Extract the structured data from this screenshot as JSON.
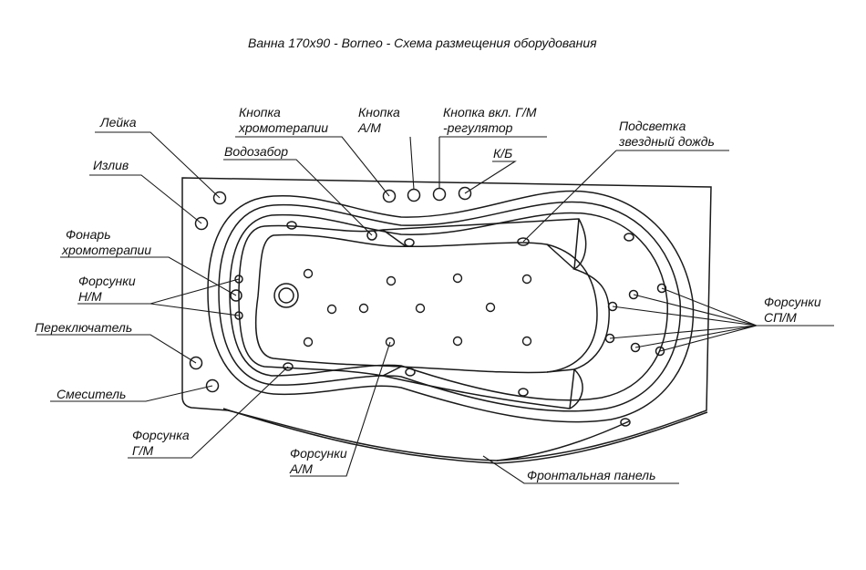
{
  "title": "Ванна 170х90 - Borneo - Схема размещения оборудования",
  "labels": {
    "leika": [
      "Лейка"
    ],
    "izliv": [
      "Излив"
    ],
    "fonar": [
      "Фонарь",
      "хромотерапии"
    ],
    "forsunki_nm": [
      "Форсунки",
      "Н/М"
    ],
    "pereklyuchatel": [
      "Переключатель"
    ],
    "smesitel": [
      "Смеситель"
    ],
    "forsunka_gm": [
      "Форсунка",
      "Г/М"
    ],
    "forsunki_am": [
      "Форсунки",
      "А/М"
    ],
    "frontal": [
      "Фронтальная панель"
    ],
    "knopka_chromo": [
      "Кнопка",
      "хромотерапии"
    ],
    "vodozabor": [
      "Водозабор"
    ],
    "knopka_am": [
      "Кнопка",
      "А/М"
    ],
    "knopka_vkl": [
      "Кнопка вкл. Г/М",
      "-регулятор"
    ],
    "kb": [
      "К/Б"
    ],
    "podsvetka": [
      "Подсветка",
      "звездный дождь"
    ],
    "forsunki_sp": [
      "Форсунки",
      "СП/М"
    ]
  },
  "colors": {
    "line": "#1a1a1a",
    "paper": "#ffffff"
  }
}
